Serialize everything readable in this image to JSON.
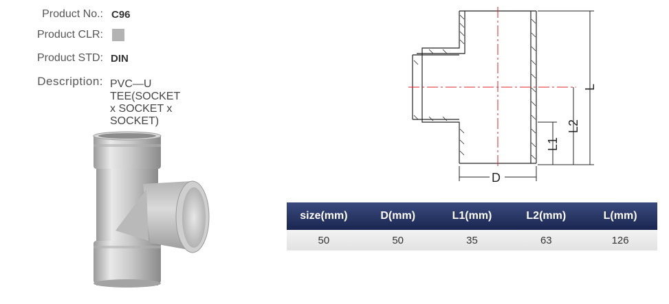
{
  "product": {
    "no_label": "Product No.:",
    "no_value": "C96",
    "clr_label": "Product CLR:",
    "clr_color": "#b3b3b3",
    "std_label": "Product STD:",
    "std_value": "DIN",
    "desc_label": "Description:",
    "desc_value": "PVC—U TEE(SOCKET x SOCKET x SOCKET)"
  },
  "drawing": {
    "label_L": "L",
    "label_L2": "L2",
    "label_L1": "L1",
    "label_D": "D"
  },
  "spec_table": {
    "headers": [
      "size(mm)",
      "D(mm)",
      "L1(mm)",
      "L2(mm)",
      "L(mm)"
    ],
    "rows": [
      [
        "50",
        "50",
        "35",
        "63",
        "126"
      ]
    ]
  },
  "colors": {
    "header_bg": "#1f2b5c",
    "row_bg": "#e6e6e6",
    "centerline": "#e02020",
    "swatch": "#b3b3b3"
  }
}
